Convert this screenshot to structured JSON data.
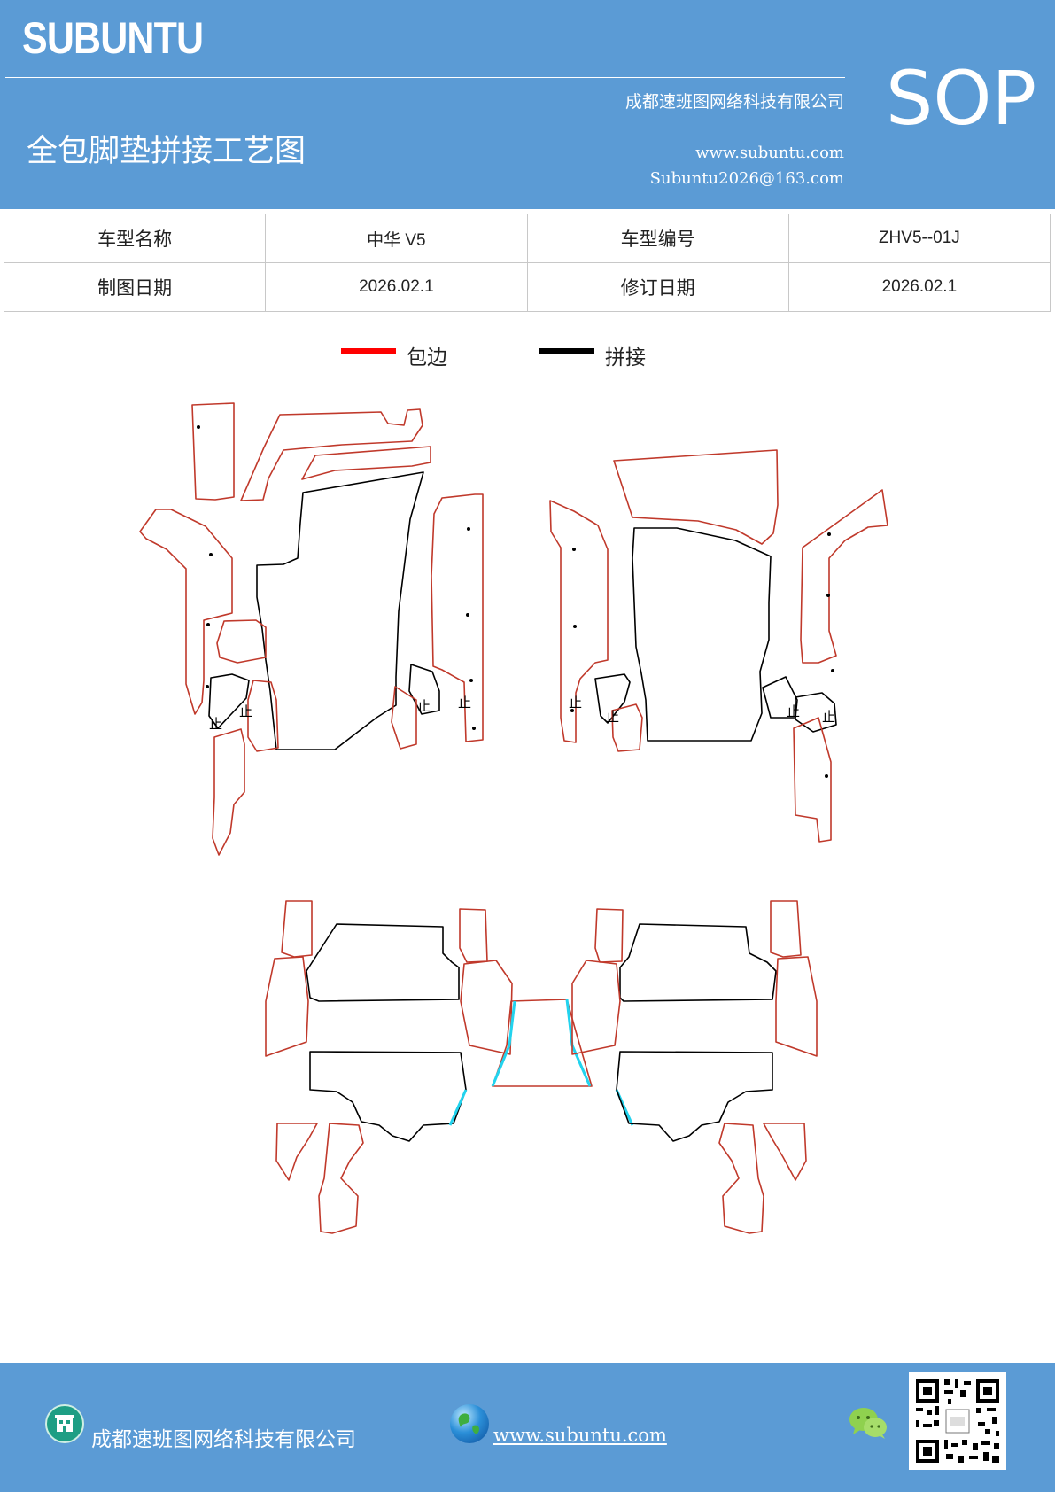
{
  "header": {
    "brand": "SUBUNTU",
    "company": "成都速班图网络科技有限公司",
    "title": "全包脚垫拼接工艺图",
    "website": "www.subuntu.com",
    "email": "Subuntu2026@163.com",
    "badge": "SOP"
  },
  "info_table": {
    "model_name_label": "车型名称",
    "model_name_value": "中华 V5",
    "model_code_label": "车型编号",
    "model_code_value": "ZHV5--01J",
    "draw_date_label": "制图日期",
    "draw_date_value": "2026.02.1",
    "revise_date_label": "修订日期",
    "revise_date_value": "2026.02.1"
  },
  "legend": {
    "items": [
      {
        "label": "包边",
        "color": "#ff0000"
      },
      {
        "label": "拼接",
        "color": "#000000"
      }
    ]
  },
  "drawing": {
    "mark_char": "止",
    "colors": {
      "edge": "#c0392b",
      "seam": "#000000",
      "joint": "#22d3ee"
    }
  },
  "footer": {
    "company": "成都速班图网络科技有限公司",
    "website": "www.subuntu.com",
    "icons": [
      "building-icon",
      "globe-icon",
      "wechat-icon",
      "qr-code"
    ]
  },
  "colors": {
    "header_bg": "#5b9bd5",
    "footer_bg": "#5b9bd5",
    "text_on_blue": "#ffffff"
  }
}
